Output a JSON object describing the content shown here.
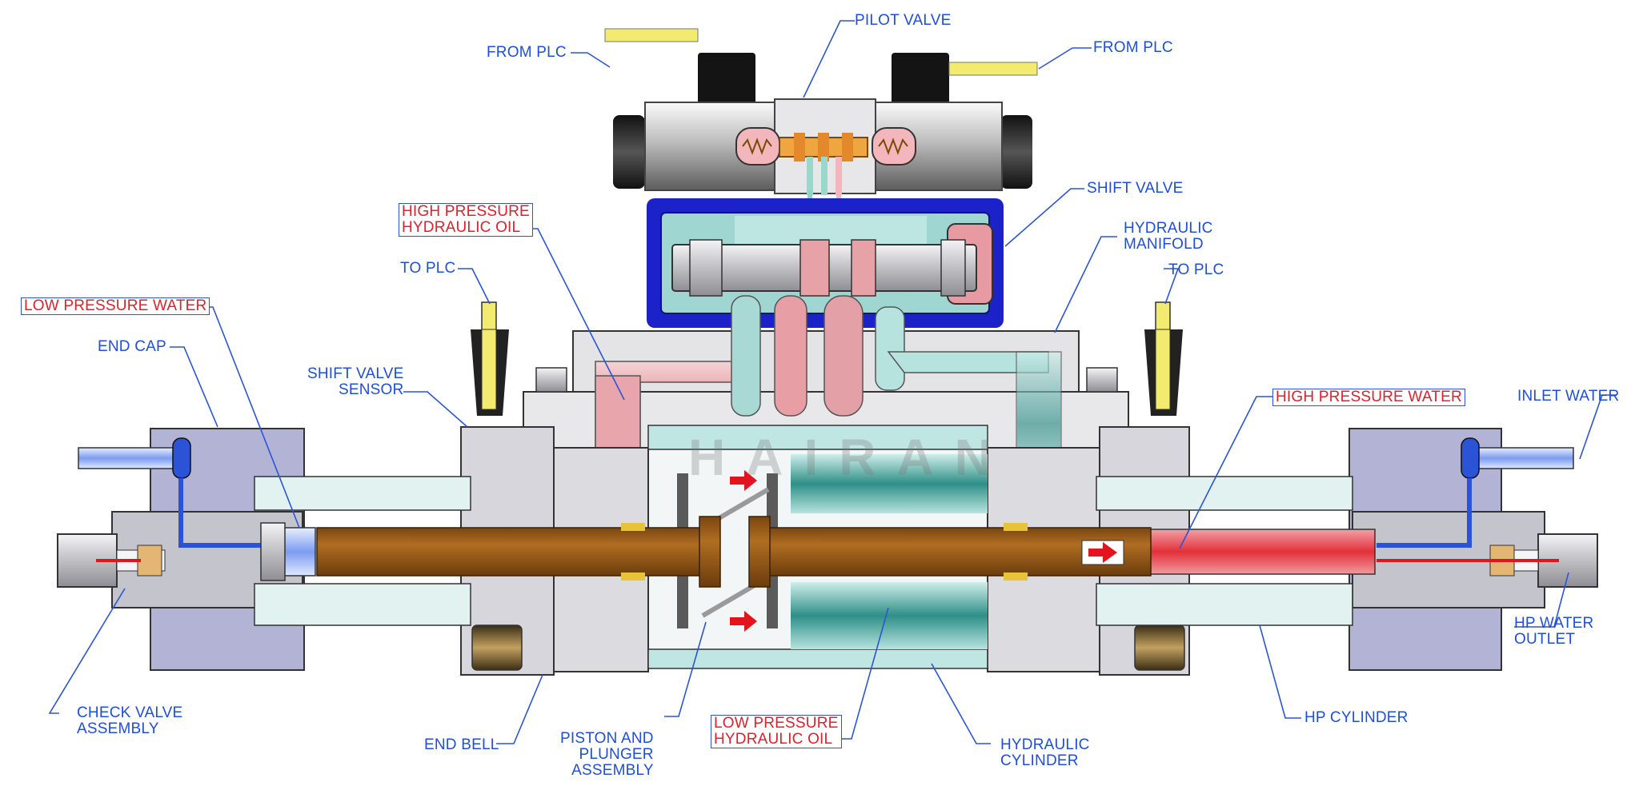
{
  "labels": {
    "pilot_valve": "PILOT VALVE",
    "from_plc_left": "FROM PLC",
    "from_plc_right": "FROM PLC",
    "shift_valve": "SHIFT VALVE",
    "hydraulic_manifold_l1": "HYDRAULIC",
    "hydraulic_manifold_l2": "MANIFOLD",
    "high_pressure_hydraulic_oil_l1": "HIGH PRESSURE",
    "high_pressure_hydraulic_oil_l2": "HYDRAULIC OIL",
    "to_plc_left": "TO PLC",
    "to_plc_right": "TO PLC",
    "low_pressure_water": "LOW PRESSURE WATER",
    "end_cap": "END CAP",
    "shift_valve_sensor_l1": "SHIFT VALVE",
    "shift_valve_sensor_l2": "SENSOR",
    "high_pressure_water": "HIGH PRESSURE WATER",
    "inlet_water": "INLET WATER",
    "hp_water_outlet_l1": "HP WATER",
    "hp_water_outlet_l2": "OUTLET",
    "check_valve_assembly_l1": "CHECK VALVE",
    "check_valve_assembly_l2": "ASSEMBLY",
    "end_bell": "END BELL",
    "piston_plunger_l1": "PISTON AND",
    "piston_plunger_l2": "PLUNGER",
    "piston_plunger_l3": "ASSEMBLY",
    "low_pressure_hydraulic_oil_l1": "LOW PRESSURE",
    "low_pressure_hydraulic_oil_l2": "HYDRAULIC OIL",
    "hydraulic_cylinder_l1": "HYDRAULIC",
    "hydraulic_cylinder_l2": "CYLINDER",
    "hp_cylinder": "HP CYLINDER"
  },
  "watermark": "HAIRAN",
  "colors": {
    "label_blue": "#1f4fd8",
    "label_red": "#e0202a",
    "plunger_brown": "#a8641a",
    "high_pressure_oil": "#e9a0a6",
    "low_pressure_oil": "#9fd6d2",
    "shift_valve_body": "#1a22c8",
    "steel_gray": "#c9c9cc",
    "end_cap_lavender": "#b3b3d6",
    "high_pressure_water": "#e8323c",
    "low_pressure_water": "#c3d6ff",
    "sensor_yellow": "#f3ea70",
    "arrow_red": "#e3141e"
  }
}
